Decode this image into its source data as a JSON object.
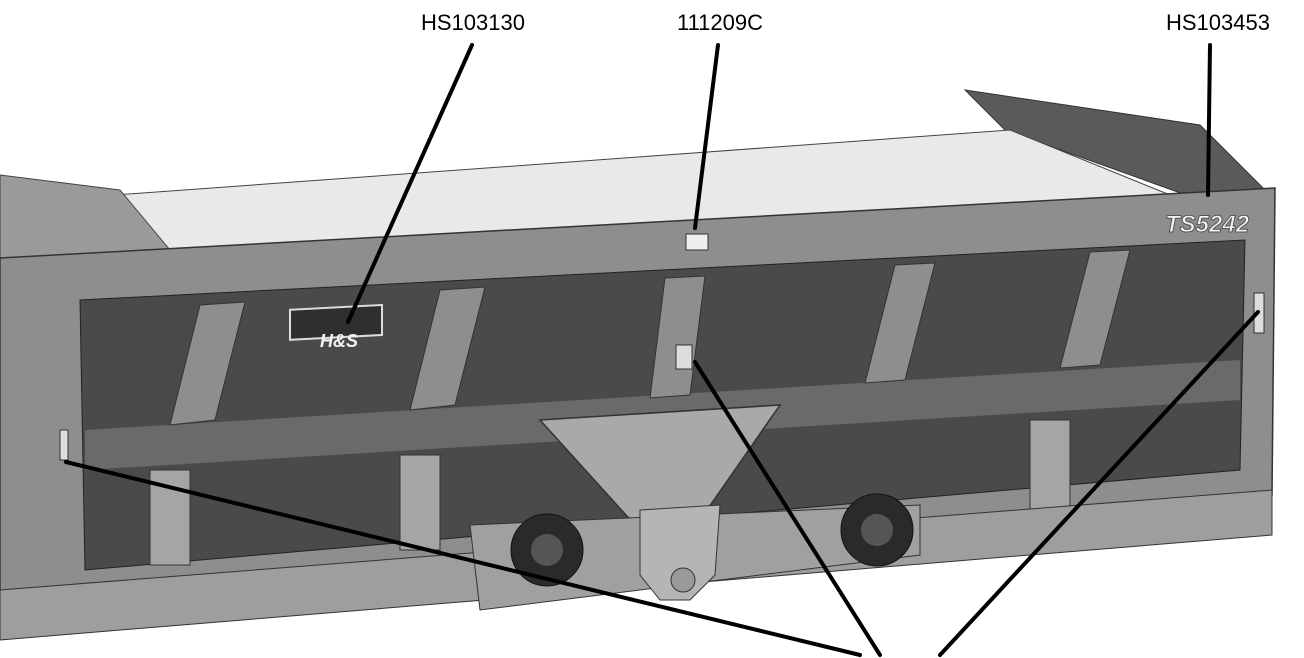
{
  "callouts": [
    {
      "part_number": "HS103130"
    },
    {
      "part_number": "111209C"
    },
    {
      "part_number": "HS103453"
    }
  ],
  "decals": {
    "brand_logo": "H&S",
    "model_number": "TS5242"
  },
  "colors": {
    "body_gray": "#8e8e8e",
    "panel_dark": "#4a4a4a",
    "leader_line": "#000000"
  }
}
